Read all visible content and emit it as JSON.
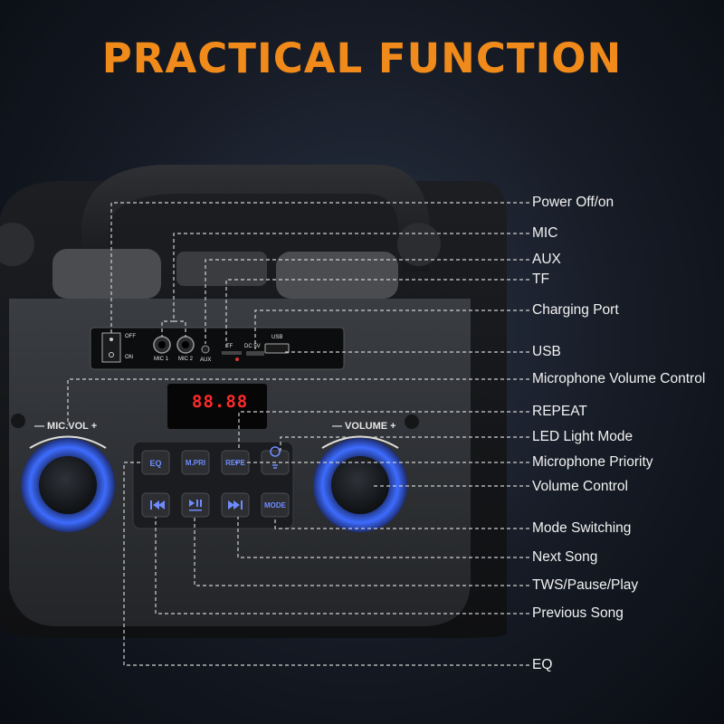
{
  "title": "PRACTICAL FUNCTION",
  "callouts": [
    "Power Off/on",
    "MIC",
    "AUX",
    "TF",
    "Charging Port",
    "USB",
    "Microphone Volume Control",
    "REPEAT",
    "LED Light Mode",
    "Microphone Priority",
    "Volume Control",
    "Mode Switching",
    "Next Song",
    "TWS/Pause/Play",
    "Previous Song",
    "EQ"
  ],
  "panel": {
    "off": "OFF",
    "on": "ON",
    "mic1": "MIC 1",
    "mic2": "MIC 2",
    "aux": "AUX",
    "tf": "TF",
    "dc": "DC 5V",
    "usb": "USB"
  },
  "display_value": "88.88",
  "knobs": {
    "mic_vol": "— MIC.VOL +",
    "volume": "— VOLUME +"
  },
  "buttons": {
    "eq": "EQ",
    "mpri": "M.PRI",
    "repeat": "REPE",
    "mode": "MODE"
  },
  "icons": [
    "light-bulb-icon",
    "previous-track-icon",
    "play-pause-icon",
    "next-track-icon"
  ],
  "colors": {
    "title": "#f08a1a",
    "ring": "#3d6cff",
    "display": "#ff2a2a"
  }
}
